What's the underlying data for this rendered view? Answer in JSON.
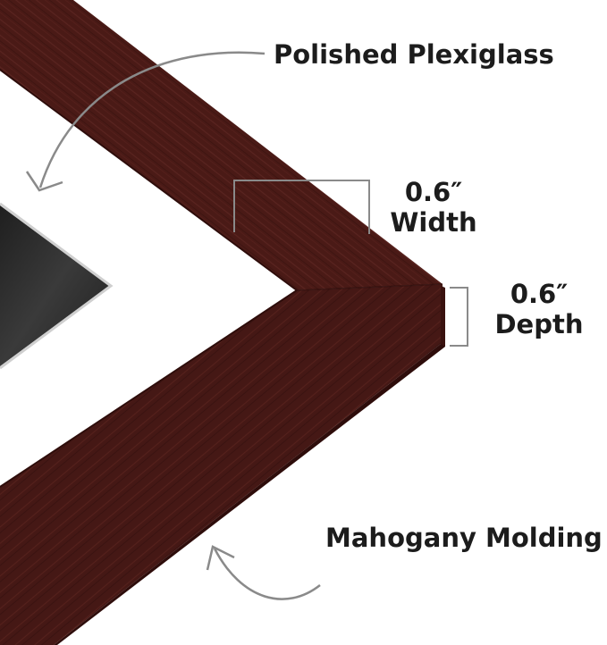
{
  "annotations": {
    "plexiglass": "Polished Plexiglass",
    "width_value": "0.6″",
    "width_label": "Width",
    "depth_value": "0.6″",
    "depth_label": "Depth",
    "molding": "Mahogany Molding"
  },
  "colors": {
    "frame": "#4a1a16",
    "frame_dark": "#2e0d0b",
    "frame_side": "#3a120f",
    "mat": "#ffffff",
    "artwork": "#2a2a2a",
    "annotation_line": "#8a8a8a",
    "text": "#1c1c1c"
  }
}
